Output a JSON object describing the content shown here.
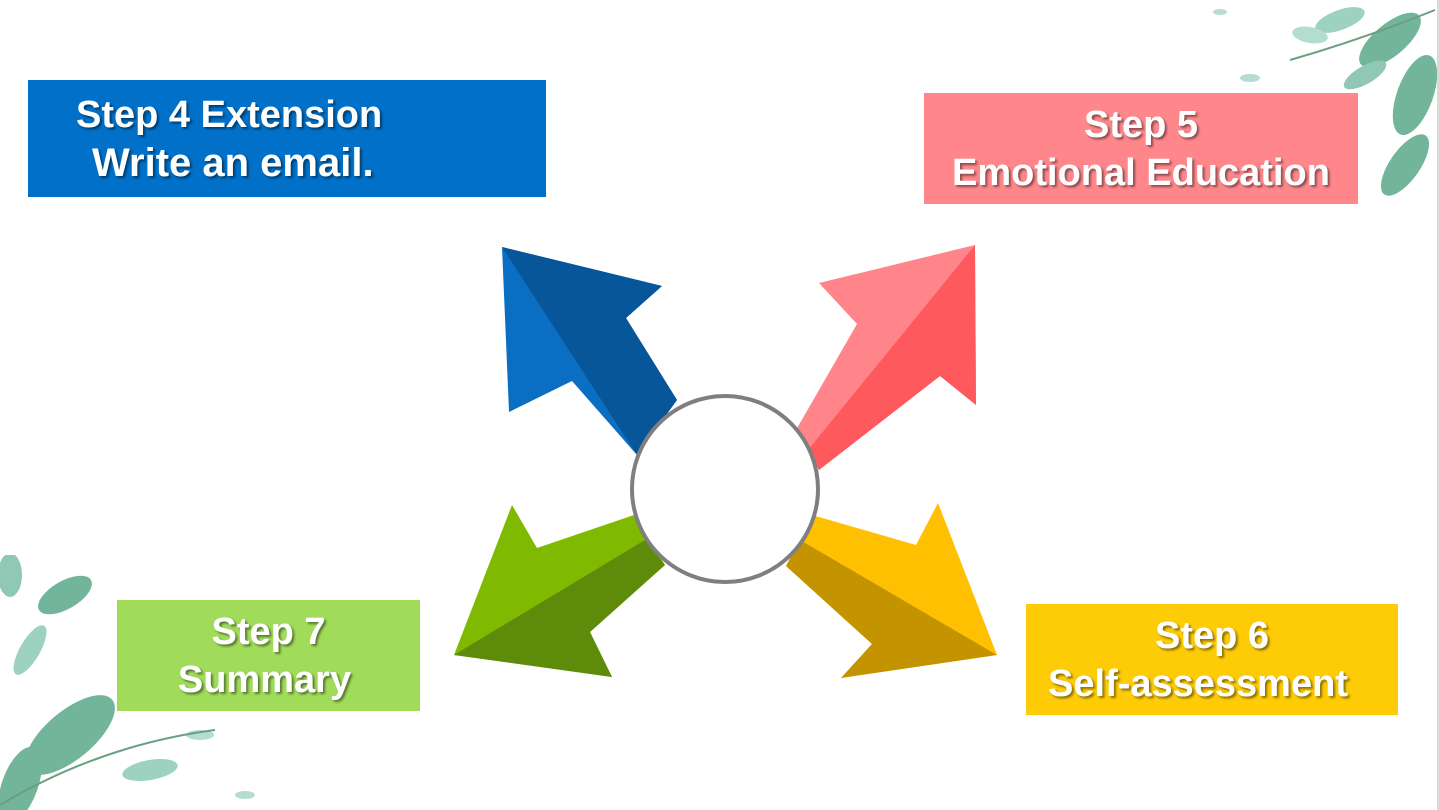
{
  "steps": {
    "step4": {
      "line1": "Step 4 Extension",
      "line2": "Write an email."
    },
    "step5": {
      "line1": "Step 5",
      "line2": "Emotional Education"
    },
    "step6": {
      "line1": "Step 6",
      "line2": "Self-assessment"
    },
    "step7": {
      "line1": "Step 7",
      "line2": "Summary"
    }
  },
  "colors": {
    "step4": "#0070c8",
    "step5": "#ff878b",
    "step6": "#fecb07",
    "step7": "#a0dc5a",
    "arrow_blue_light": "#0a6fc2",
    "arrow_blue_dark": "#07569a",
    "arrow_red_light": "#ff858b",
    "arrow_red_dark": "#fe5a5e",
    "arrow_yellow_light": "#fec000",
    "arrow_yellow_dark": "#c49400",
    "arrow_green_light": "#7fba00",
    "arrow_green_dark": "#5e8b0a",
    "circle_stroke": "#7f7f7f",
    "leaf": "#5aa98a"
  },
  "icons": {
    "center": "hub-circle-icon",
    "arrows": [
      "arrow-up-left-icon",
      "arrow-up-right-icon",
      "arrow-down-right-icon",
      "arrow-down-left-icon"
    ],
    "decor": "leaf-decoration-icon"
  }
}
